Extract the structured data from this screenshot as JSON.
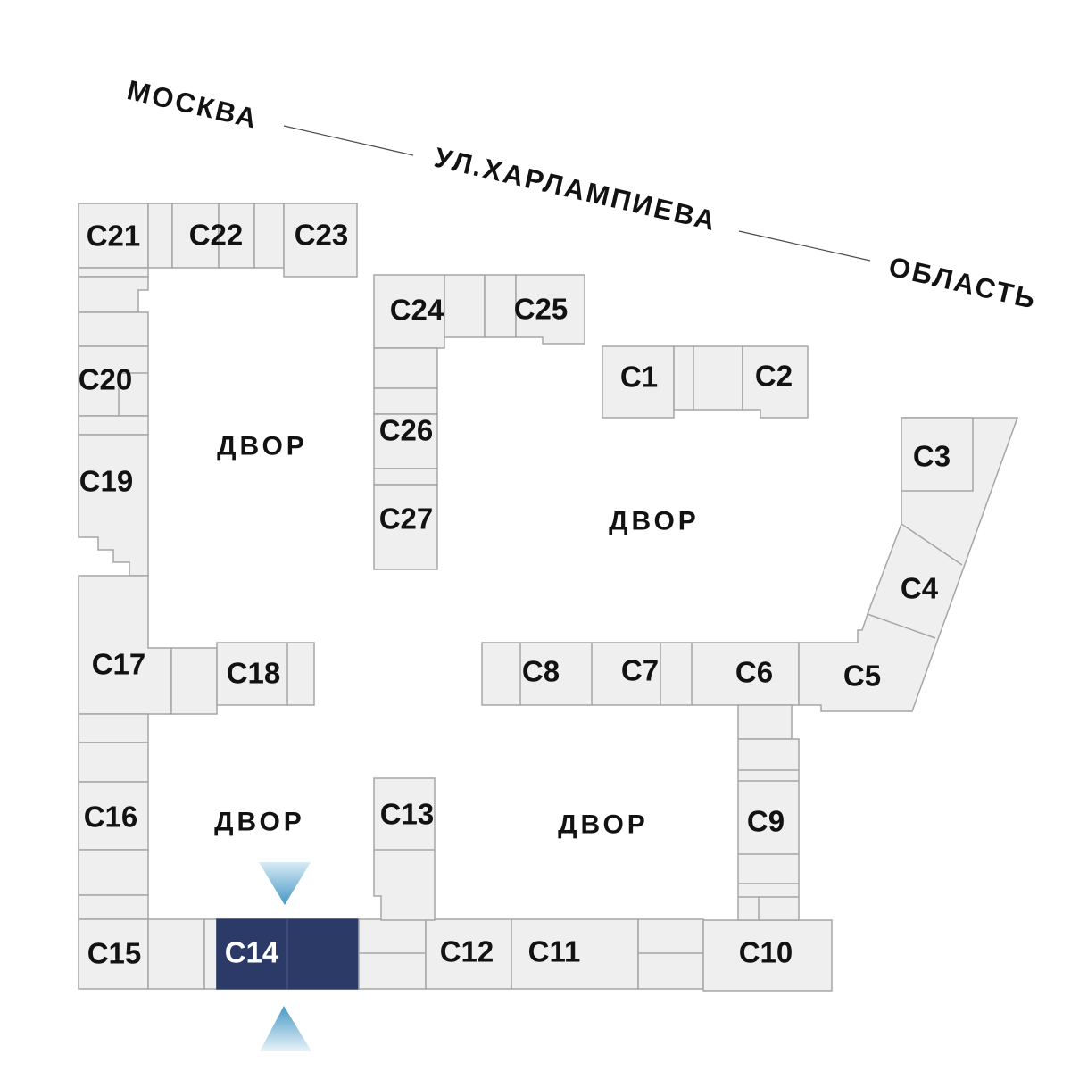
{
  "plan": {
    "street": {
      "city": "МОСКВА",
      "name": "УЛ.ХАРЛАМПИЕВА",
      "area": "ОБЛАСТЬ"
    },
    "courtyards": [
      "ДВОР",
      "ДВОР",
      "ДВОР",
      "ДВОР"
    ],
    "buildings": {
      "c1": "С1",
      "c2": "С2",
      "c3": "С3",
      "c4": "С4",
      "c5": "С5",
      "c6": "С6",
      "c7": "С7",
      "c8": "С8",
      "c9": "С9",
      "c10": "С10",
      "c11": "С11",
      "c12": "С12",
      "c13": "С13",
      "c14": "С14",
      "c15": "С15",
      "c16": "С16",
      "c17": "С17",
      "c18": "С18",
      "c19": "С19",
      "c20": "С20",
      "c21": "С21",
      "c22": "С22",
      "c23": "С23",
      "c24": "С24",
      "c25": "С25",
      "c26": "С26",
      "c27": "С27"
    },
    "highlighted": "С14",
    "colors": {
      "building_fill": "#efefef",
      "building_stroke": "#a6a6a6",
      "highlight_fill": "#2b3a67",
      "highlight_divider": "#46517c",
      "arrow_light": "#d7ebf5",
      "arrow_dark": "#4697c4"
    }
  }
}
